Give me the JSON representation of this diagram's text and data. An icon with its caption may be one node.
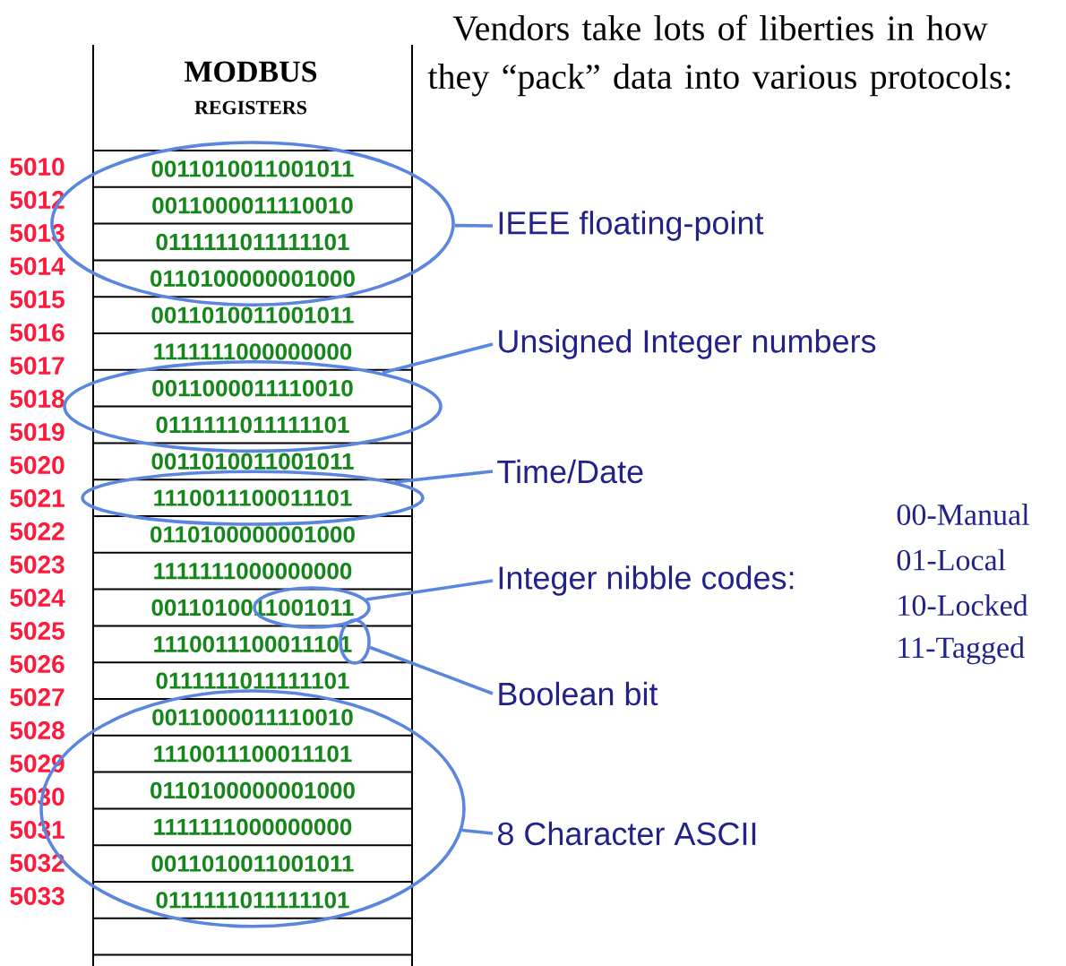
{
  "diagram": {
    "title": "Vendors take lots of liberties in how they “pack” data into various protocols:",
    "nodes": [
      {
        "text": [],
        "shape": "ellipse"
      },
      {
        "text": [
          "IEEE floating-point"
        ]
      },
      {
        "text": [],
        "shape": "ellipse"
      },
      {
        "text": [
          "Unsigned Integer numbers"
        ]
      },
      {
        "text": [],
        "shape": "ellipse"
      },
      {
        "text": [
          "Time/Date"
        ]
      },
      {
        "text": [],
        "shape": "ellipse"
      },
      {
        "text": [
          "Integer nibble codes:"
        ]
      },
      {
        "text": [],
        "shape": "ellipse"
      },
      {
        "text": [
          "Boolean bit"
        ]
      },
      {
        "text": [],
        "shape": "ellipse"
      },
      {
        "text": [
          "8 Character ASCII"
        ]
      }
    ],
    "edges": [
      {
        "from": 1,
        "to": 0,
        "arrow": "none"
      },
      {
        "from": 3,
        "to": 2,
        "arrow": "none"
      },
      {
        "from": 5,
        "to": 4,
        "arrow": "none"
      },
      {
        "from": 7,
        "to": 6,
        "arrow": "none"
      },
      {
        "from": 9,
        "to": 8,
        "arrow": "none"
      },
      {
        "from": 11,
        "to": 10,
        "arrow": "none"
      }
    ],
    "labels": [
      "MODBUS",
      "REGISTERS",
      "5010",
      "5012",
      "5013",
      "5014",
      "5015",
      "5016",
      "5017",
      "5018",
      "5019",
      "5020",
      "5021",
      "5022",
      "5023",
      "5024",
      "5025",
      "5026",
      "5027",
      "5028",
      "5029",
      "5030",
      "5031",
      "5032",
      "5033",
      "0011010011001011",
      "0011000011110010",
      "0111111011111101",
      "0110100000001000",
      "0011010011001011",
      "1111111000000000",
      "0011000011110010",
      "0111111011111101",
      "0011010011001011",
      "1110011100011101",
      "0110100000001000",
      "1111111000000000",
      "0011010011001011",
      "1110011100011101",
      "0111111011111101",
      "0011000011110010",
      "1110011100011101",
      "0110100000001000",
      "1111111000000000",
      "0011010011001011",
      "0111111011111101",
      "00-Manual",
      "01-Local",
      "10-Locked",
      "11-Tagged"
    ]
  }
}
